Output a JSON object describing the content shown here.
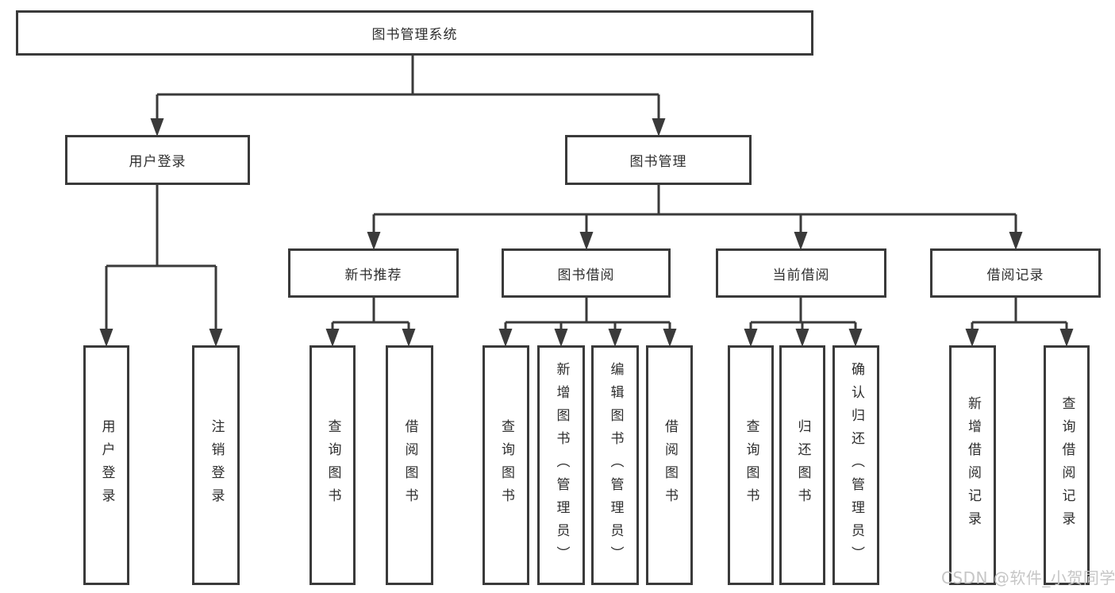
{
  "tree": {
    "label": "图书管理系统",
    "children": [
      {
        "label": "用户登录",
        "children": [
          {
            "label": "用户登录"
          },
          {
            "label": "注销登录"
          }
        ]
      },
      {
        "label": "图书管理",
        "children": [
          {
            "label": "新书推荐",
            "children": [
              {
                "label": "查询图书"
              },
              {
                "label": "借阅图书"
              }
            ]
          },
          {
            "label": "图书借阅",
            "children": [
              {
                "label": "查询图书"
              },
              {
                "label": "新增图书（管理员）"
              },
              {
                "label": "编辑图书（管理员）"
              },
              {
                "label": "借阅图书"
              }
            ]
          },
          {
            "label": "当前借阅",
            "children": [
              {
                "label": "查询图书"
              },
              {
                "label": "归还图书"
              },
              {
                "label": "确认归还（管理员）"
              }
            ]
          },
          {
            "label": "借阅记录",
            "children": [
              {
                "label": "新增借阅记录"
              },
              {
                "label": "查询借阅记录"
              }
            ]
          }
        ]
      }
    ]
  },
  "watermark": "CSDN @软件_小贺同学",
  "colors": {
    "line": "#3a3a3a",
    "text": "#2e2e2e",
    "watermark": "#c6c6c6",
    "background": "#ffffff"
  }
}
